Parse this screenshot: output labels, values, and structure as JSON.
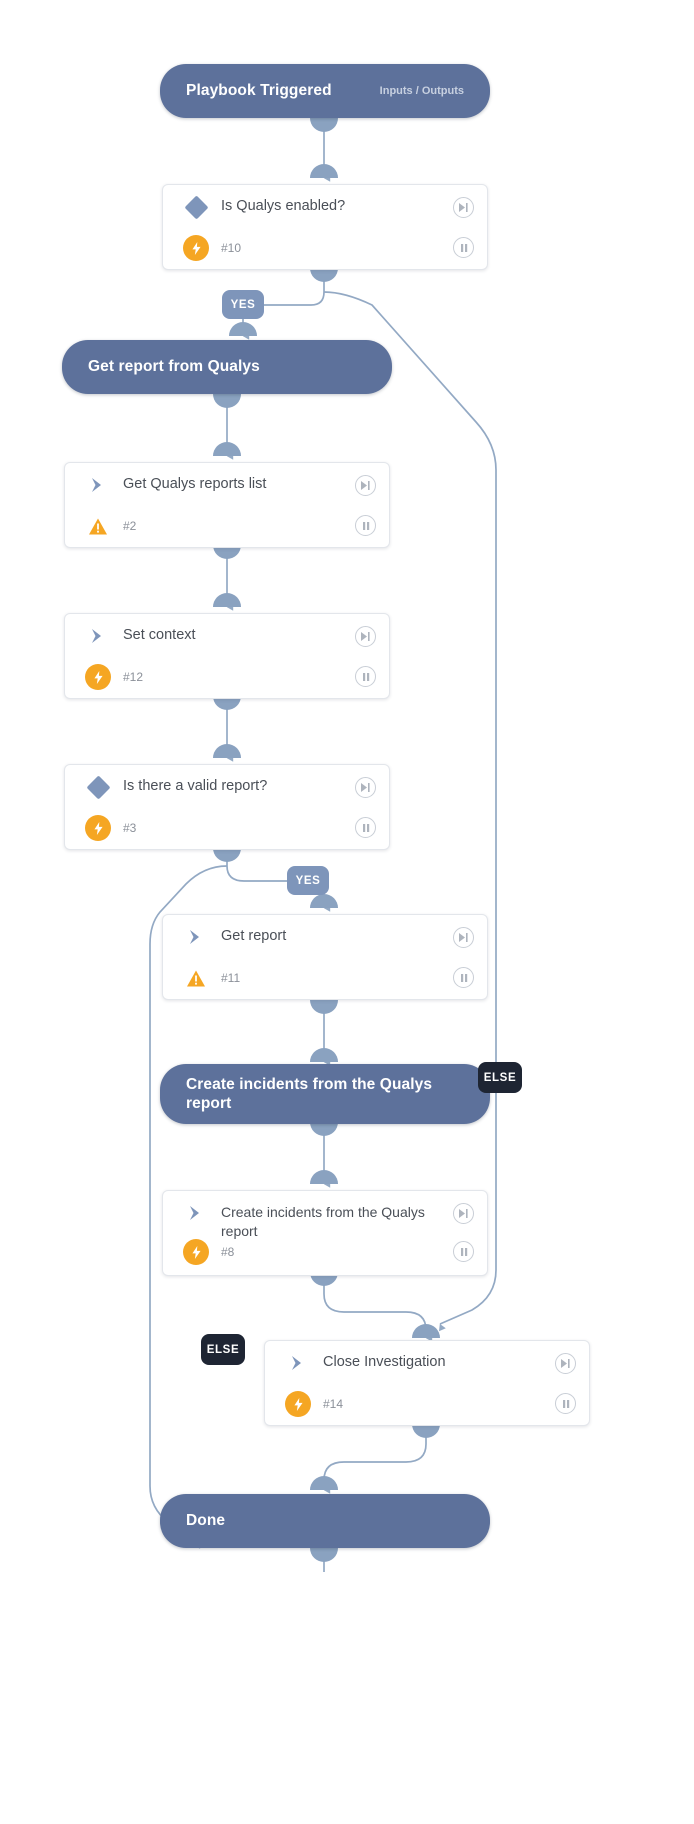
{
  "diagram": {
    "type": "playbook-workflow",
    "colors": {
      "node_blue": "#5d719b",
      "icon_blue": "#7e95ba",
      "accent_orange": "#f5a623",
      "else_badge": "#1e2533",
      "wire": "#93a9c4",
      "card_border": "#e3e6eb",
      "title_text": "#4a4f57",
      "muted_text": "#8b9099",
      "background": "#ffffff"
    },
    "icon_labels": {
      "skip": "▷|",
      "pause": "||"
    }
  },
  "nodes": {
    "start": {
      "title": "Playbook Triggered",
      "meta": "Inputs / Outputs",
      "kind": "trigger"
    },
    "is_qualys_enabled": {
      "title": "Is Qualys enabled?",
      "number": "#10",
      "kind": "condition",
      "status_icon": "lightning-icon"
    },
    "section_get_report": {
      "title": "Get report from Qualys",
      "kind": "section"
    },
    "get_qualys_reports_list": {
      "title": "Get Qualys reports list",
      "number": "#2",
      "kind": "task",
      "status_icon": "warning-icon"
    },
    "set_context": {
      "title": "Set context",
      "number": "#12",
      "kind": "task",
      "status_icon": "lightning-icon"
    },
    "is_there_a_valid_report": {
      "title": "Is there a valid report?",
      "number": "#3",
      "kind": "condition",
      "status_icon": "lightning-icon"
    },
    "get_report": {
      "title": "Get report",
      "number": "#11",
      "kind": "task",
      "status_icon": "warning-icon"
    },
    "section_create_incidents": {
      "title": "Create incidents from the Qualys report",
      "kind": "section"
    },
    "create_incidents": {
      "title": "Create incidents from the Qualys report",
      "number": "#8",
      "kind": "task",
      "status_icon": "lightning-icon"
    },
    "close_investigation": {
      "title": "Close Investigation",
      "number": "#14",
      "kind": "task",
      "status_icon": "lightning-icon"
    },
    "done": {
      "title": "Done",
      "kind": "end"
    }
  },
  "branch_labels": {
    "yes_qualys": "YES",
    "yes_valid_report": "YES",
    "else_qualys": "ELSE",
    "else_valid_report": "ELSE"
  }
}
